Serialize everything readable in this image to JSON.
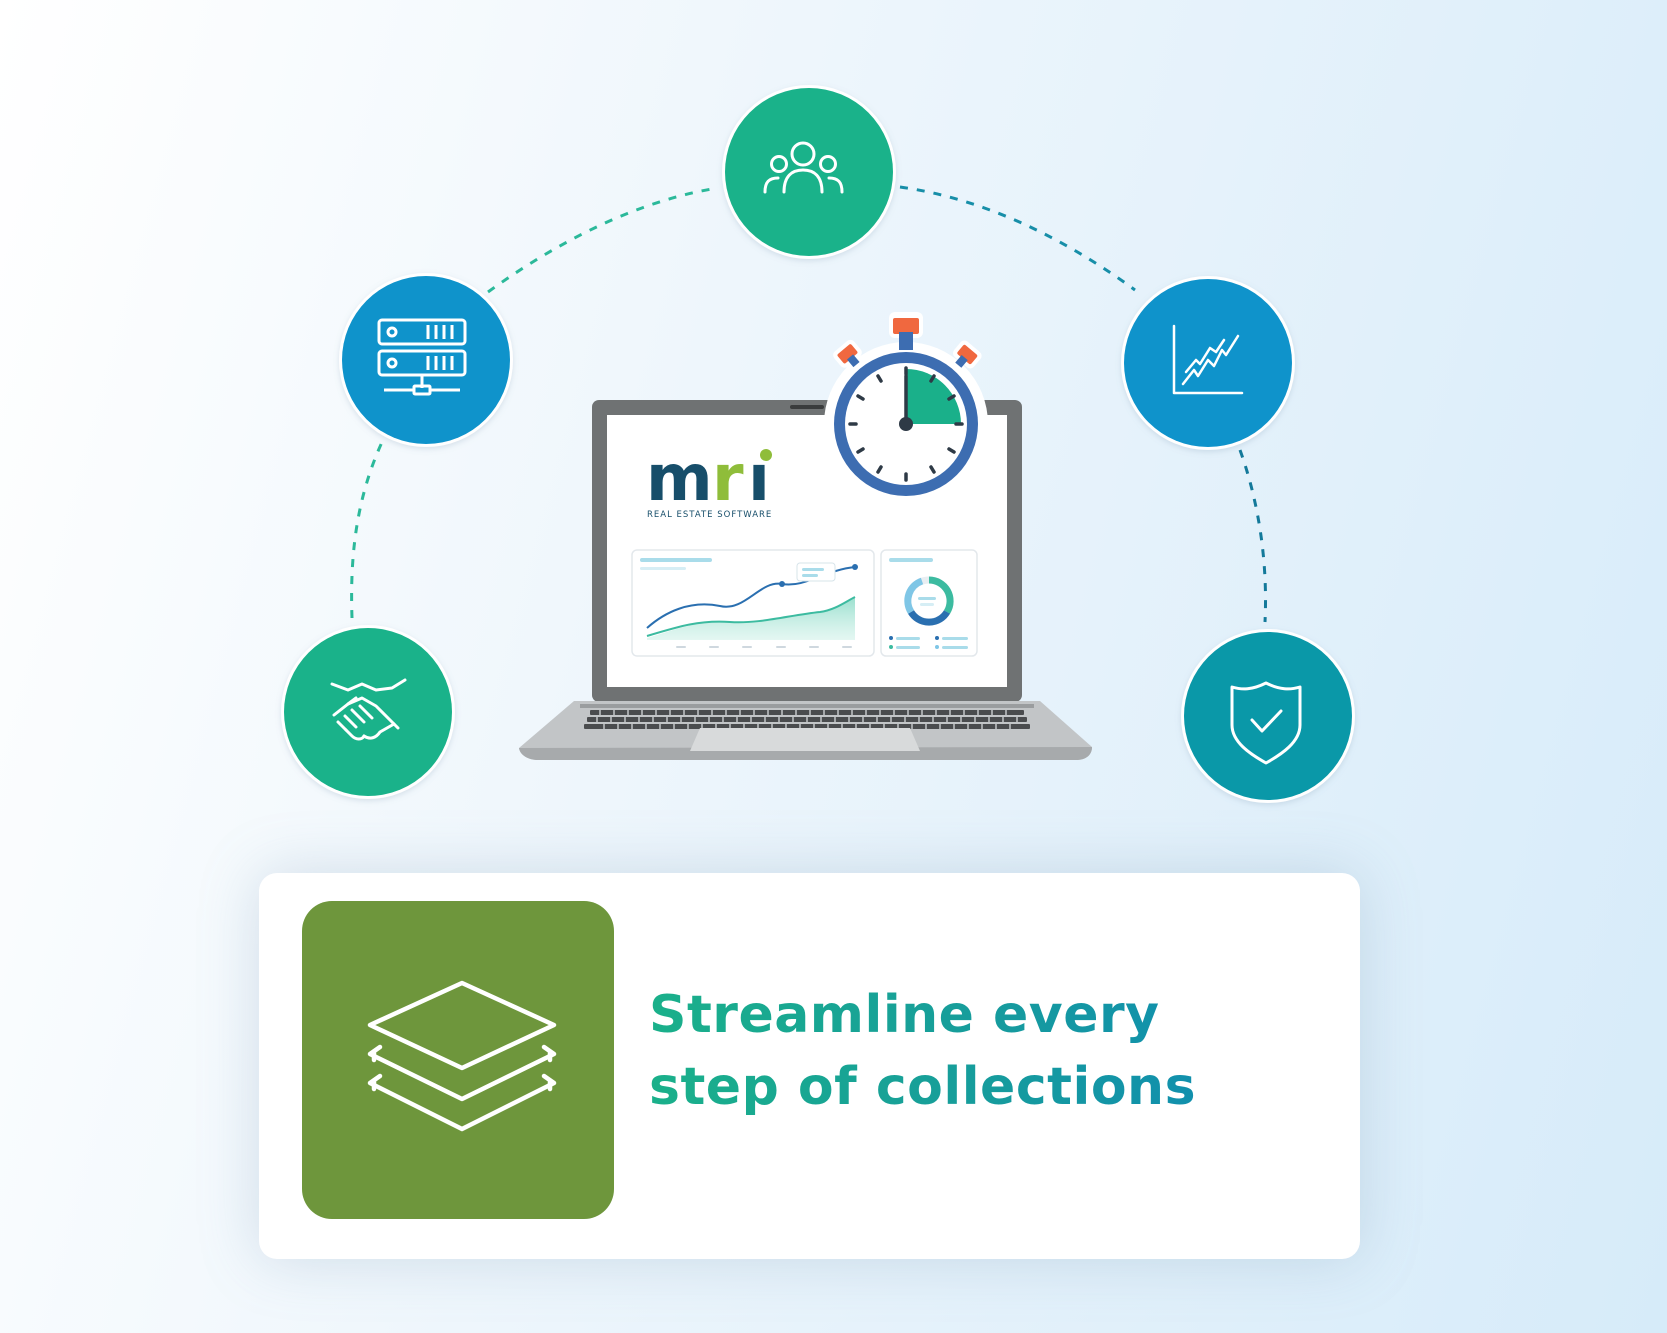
{
  "logo": {
    "wordmark": "mri",
    "tagline": "REAL ESTATE SOFTWARE"
  },
  "headline": {
    "line1": "Streamline every",
    "line2": "step of collections"
  },
  "orbit_icons": [
    {
      "name": "handshake-icon",
      "color": "#1ab28a"
    },
    {
      "name": "server-icon",
      "color": "#0f93cb"
    },
    {
      "name": "people-icon",
      "color": "#1ab28a"
    },
    {
      "name": "trend-chart-icon",
      "color": "#0f93cb"
    },
    {
      "name": "shield-check-icon",
      "color": "#0a98a8"
    }
  ],
  "stopwatch": {
    "elapsed_fraction": 0.25,
    "accent": "#1ab08a",
    "frame": "#3d6db1",
    "buttons": "#f0683f"
  },
  "feature_icon": {
    "name": "layers-icon",
    "color": "#6e963c"
  }
}
